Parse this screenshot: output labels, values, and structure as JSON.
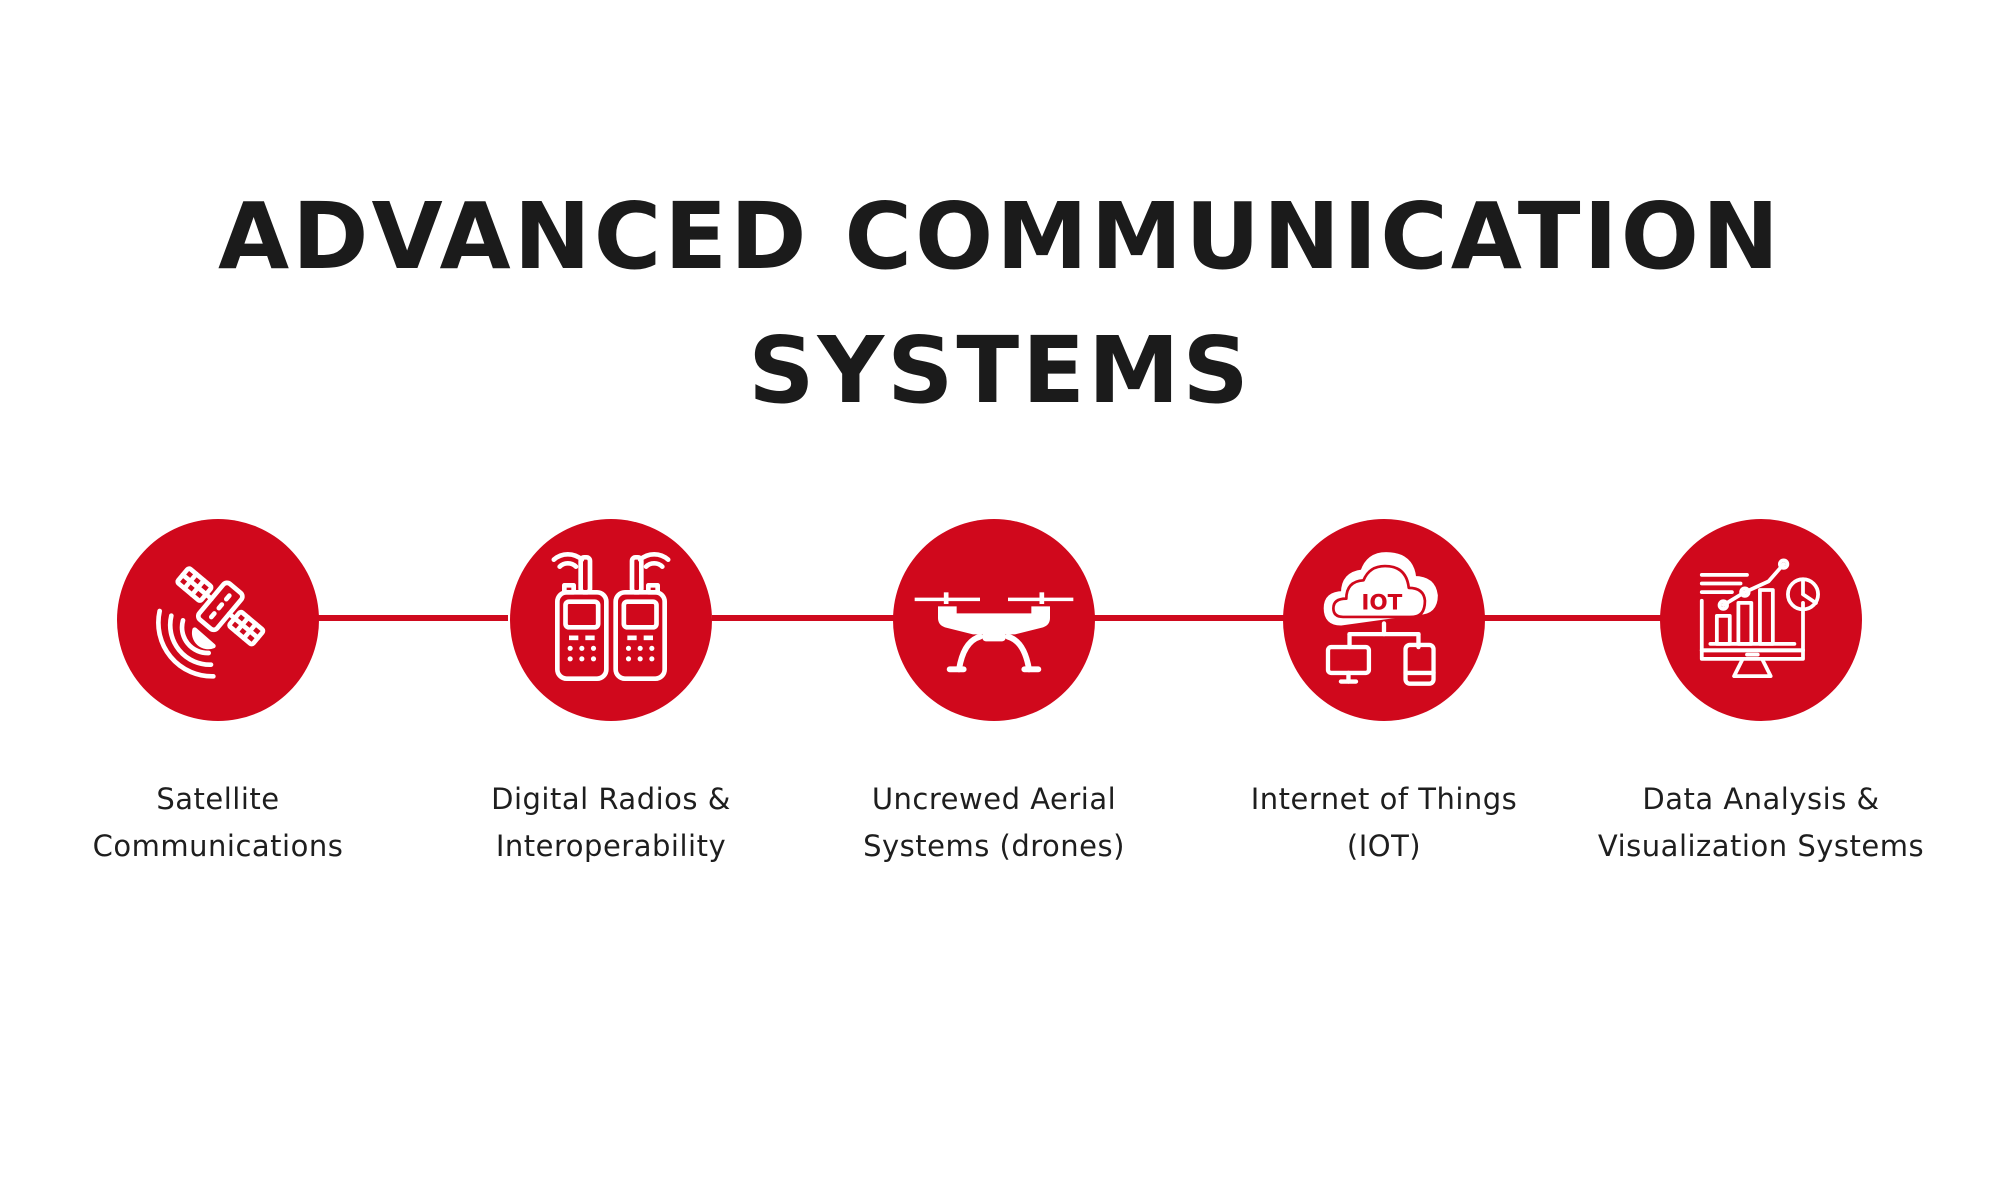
{
  "title": {
    "line1": "ADVANCED COMMUNICATION",
    "line2": "SYSTEMS"
  },
  "colors": {
    "accent": "#d0081c",
    "text": "#1b1b1b",
    "background": "#ffffff"
  },
  "items": [
    {
      "icon": "satellite-icon",
      "line1": "Satellite",
      "line2": "Communications"
    },
    {
      "icon": "walkie-talkie-icon",
      "line1": "Digital Radios &",
      "line2": "Interoperability"
    },
    {
      "icon": "drone-icon",
      "line1": "Uncrewed Aerial",
      "line2": "Systems (drones)"
    },
    {
      "icon": "iot-cloud-icon",
      "line1": "Internet of Things",
      "line2": "(IOT)",
      "icon_text": "IOT"
    },
    {
      "icon": "data-analytics-icon",
      "line1": "Data Analysis &",
      "line2": "Visualization Systems"
    }
  ]
}
